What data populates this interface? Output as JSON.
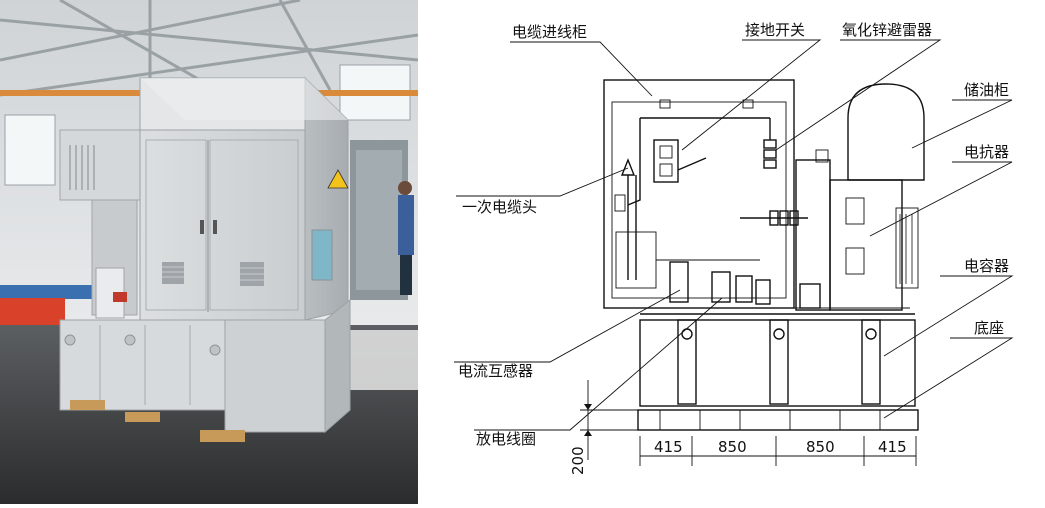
{
  "labels": {
    "cable_cabinet": "电缆进线柜",
    "earth_switch": "接地开关",
    "zno_arrester": "氧化锌避雷器",
    "oil_conservator": "储油柜",
    "reactor": "电抗器",
    "primary_cable_head": "一次电缆头",
    "capacitor": "电容器",
    "base": "底座",
    "current_transformer": "电流互感器",
    "discharge_coil": "放电线圈"
  },
  "dimensions": {
    "d1": "415",
    "d2": "850",
    "d3": "850",
    "d4": "415",
    "height": "200"
  }
}
